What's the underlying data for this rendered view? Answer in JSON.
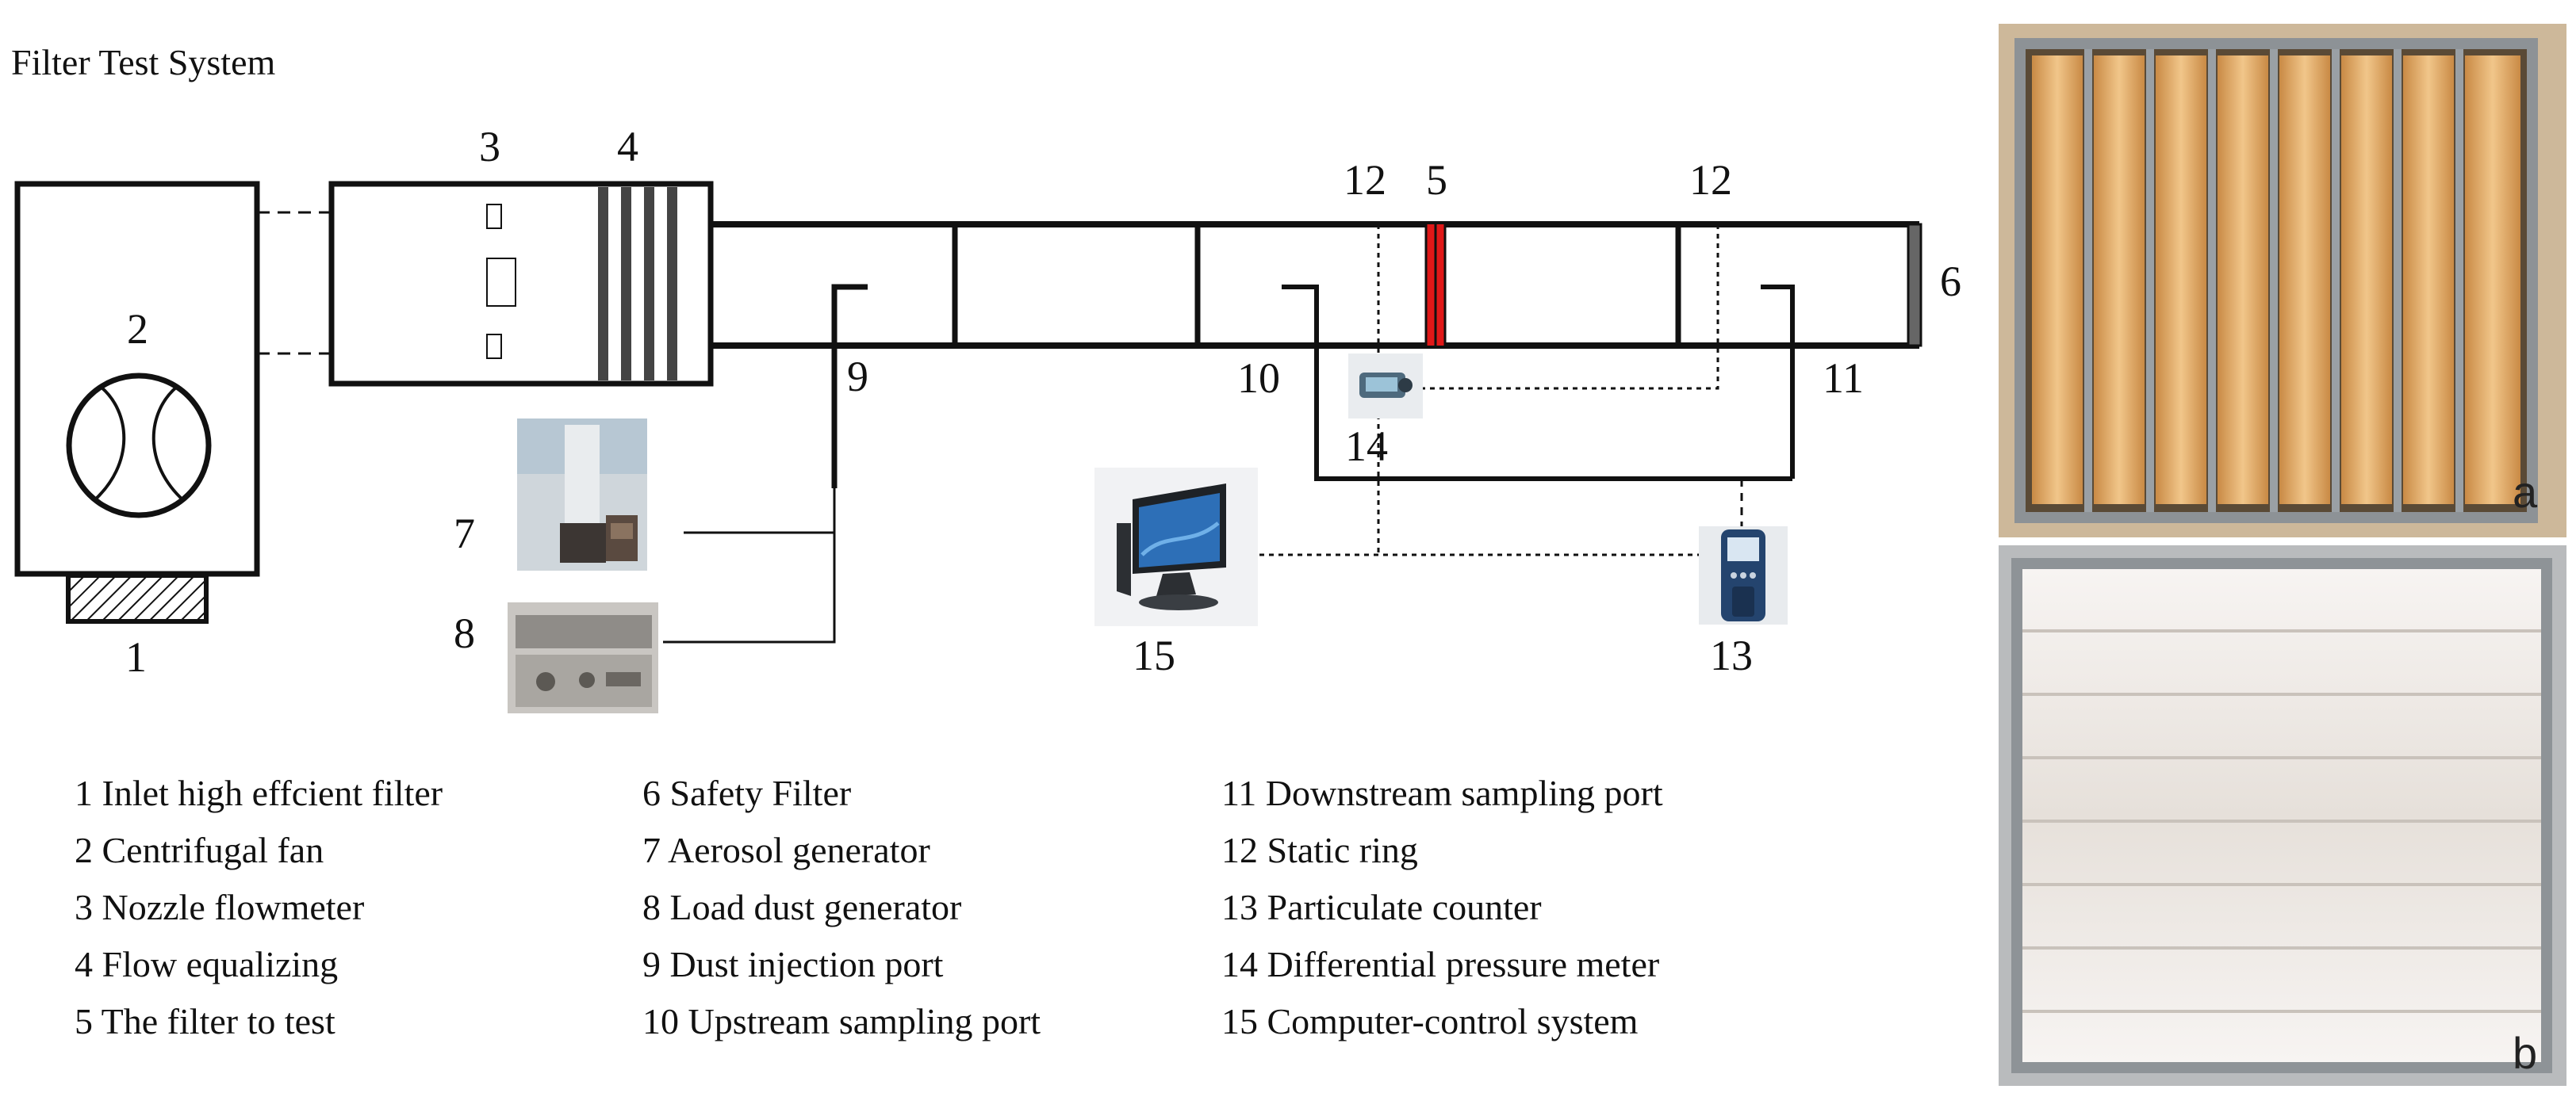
{
  "title": "Filter Test System",
  "numbers": {
    "n1": "1",
    "n2": "2",
    "n3": "3",
    "n4": "4",
    "n5": "5",
    "n6": "6",
    "n7": "7",
    "n8": "8",
    "n9": "9",
    "n10": "10",
    "n11": "11",
    "n12a": "12",
    "n12b": "12",
    "n13": "13",
    "n14": "14",
    "n15": "15"
  },
  "legend": [
    "1 Inlet high effcient filter",
    "2 Centrifugal fan",
    "3 Nozzle flowmeter",
    "4 Flow equalizing",
    "5 The filter to test",
    "6 Safety Filter",
    "7 Aerosol generator",
    "8 Load dust generator",
    "9 Dust injection port",
    "10 Upstream sampling port",
    "11 Downstream sampling port",
    "12 Static ring",
    "13 Particulate counter",
    "14 Differential pressure meter",
    "15 Computer-control system"
  ],
  "photo_labels": {
    "a": "a",
    "b": "b"
  },
  "colors": {
    "line": "#111111",
    "test_filter": "#e01818",
    "bag_filter": "#d9a35e",
    "hepa": "#eeeae6",
    "frame": "#8d9296"
  }
}
